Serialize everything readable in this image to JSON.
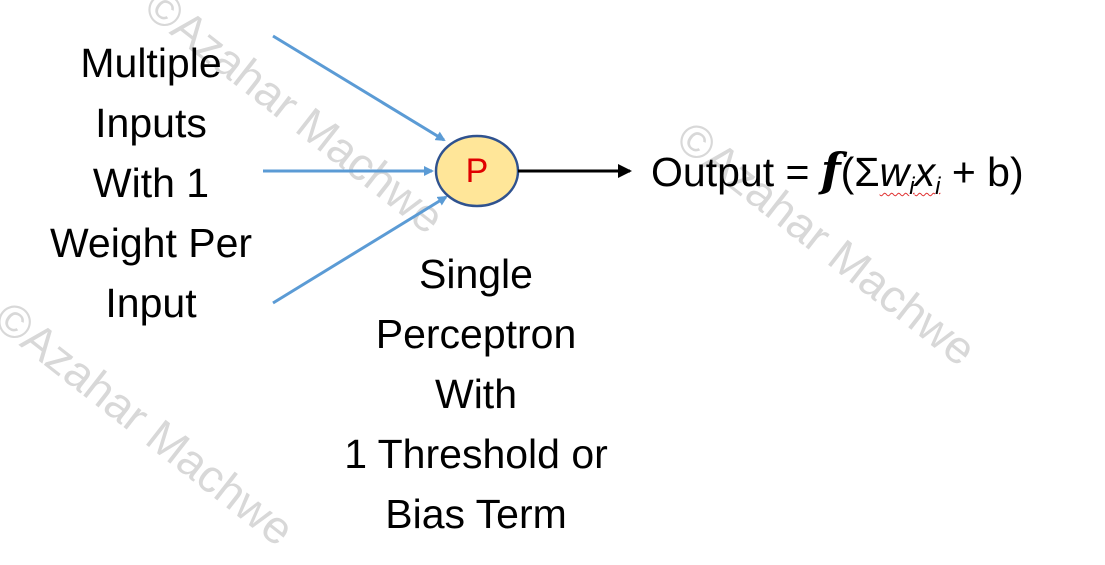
{
  "watermark": {
    "text_1": "©Azahar Machwe",
    "text_2": "©Azahar Machwe",
    "text_3": "©Azahar Machwe"
  },
  "inputs_label": {
    "lines": [
      "Multiple",
      "Inputs",
      "With 1",
      "Weight Per",
      "Input"
    ]
  },
  "node": {
    "label": "P",
    "fill_color": "#ffe699",
    "stroke_color": "#2f528f",
    "label_color": "#e00000"
  },
  "perceptron_label": {
    "lines": [
      "Single",
      "Perceptron",
      "With",
      "1 Threshold or",
      "Bias Term"
    ]
  },
  "output": {
    "prefix": "Output = ",
    "function": "f",
    "open": "(",
    "sigma": "Σ",
    "w": "w",
    "w_sub": "i",
    "x": "x",
    "x_sub": "i",
    "rest": " + b)"
  },
  "colors": {
    "input_arrows": "#5b9bd5",
    "output_arrow": "#000000"
  }
}
